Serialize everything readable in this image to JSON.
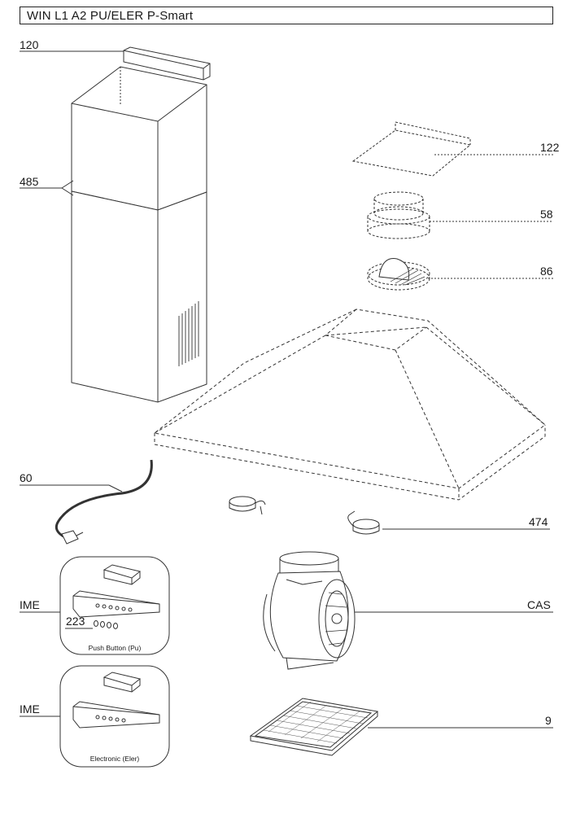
{
  "title": "WIN  L1 A2 PU/ELER  P-Smart",
  "parts": {
    "p120": "120",
    "p485": "485",
    "p122": "122",
    "p58": "58",
    "p86": "86",
    "p60": "60",
    "p474": "474",
    "ime_push": "IME",
    "p223": "223",
    "cas": "CAS",
    "ime_elec": "IME",
    "p9": "9"
  },
  "captions": {
    "push": "Push Button (Pu)",
    "electronic": "Electronic (Eler)"
  }
}
